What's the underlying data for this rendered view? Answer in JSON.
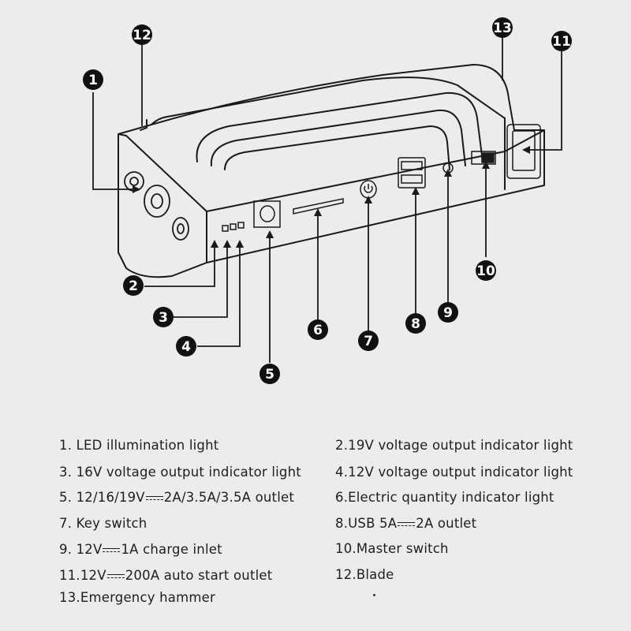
{
  "callouts": [
    {
      "id": "1",
      "label": "1"
    },
    {
      "id": "2",
      "label": "2"
    },
    {
      "id": "3",
      "label": "3"
    },
    {
      "id": "4",
      "label": "4"
    },
    {
      "id": "5",
      "label": "5"
    },
    {
      "id": "6",
      "label": "6"
    },
    {
      "id": "7",
      "label": "7"
    },
    {
      "id": "8",
      "label": "8"
    },
    {
      "id": "9",
      "label": "9"
    },
    {
      "id": "10",
      "label": "10"
    },
    {
      "id": "11",
      "label": "11"
    },
    {
      "id": "12",
      "label": "12"
    },
    {
      "id": "13",
      "label": "13"
    }
  ],
  "legend": [
    {
      "parts": [
        "1. LED illumination light"
      ]
    },
    {
      "parts": [
        "2.19V voltage output indicator light"
      ]
    },
    {
      "parts": [
        "3. 16V voltage output indicator light"
      ]
    },
    {
      "parts": [
        "4.12V voltage output indicator light"
      ]
    },
    {
      "parts": [
        "5. 12/16/19V",
        "2A/3.5A/3.5A outlet"
      ]
    },
    {
      "parts": [
        "6.Electric quantity indicator light"
      ]
    },
    {
      "parts": [
        "7. Key switch"
      ]
    },
    {
      "parts": [
        "8.USB 5A",
        "2A outlet"
      ]
    },
    {
      "parts": [
        "9. 12V",
        "1A charge inlet"
      ]
    },
    {
      "parts": [
        "10.Master switch"
      ]
    },
    {
      "parts": [
        "11.12V",
        "200A auto start outlet"
      ]
    },
    {
      "parts": [
        "12.Blade"
      ]
    },
    {
      "parts": [
        "13.Emergency hammer"
      ]
    }
  ]
}
